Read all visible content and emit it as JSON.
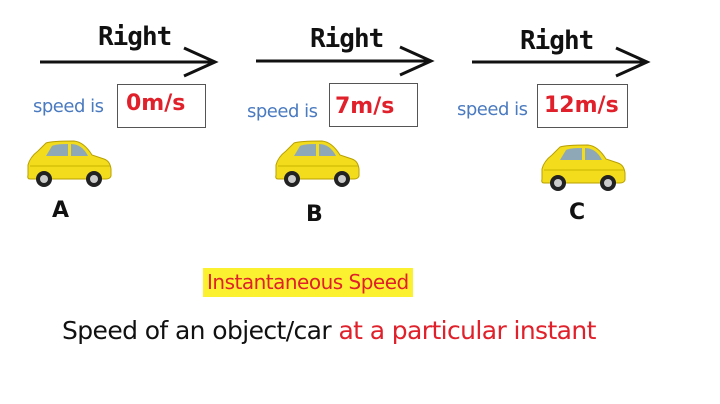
{
  "panels": [
    {
      "id": "A",
      "direction_label": "Right",
      "speed_prefix": "speed is",
      "speed_value": "0m/s",
      "car_label": "A"
    },
    {
      "id": "B",
      "direction_label": "Right",
      "speed_prefix": "speed is",
      "speed_value": "7m/s",
      "car_label": "B"
    },
    {
      "id": "C",
      "direction_label": "Right",
      "speed_prefix": "speed is",
      "speed_value": "12m/s",
      "car_label": "C"
    }
  ],
  "title": "Instantaneous Speed",
  "definition": {
    "part1": "Speed of an object/car ",
    "part2": "at a particular instant"
  },
  "colors": {
    "highlight": "#fbf130",
    "accent_red": "#e0202a",
    "speed_blue": "#4a7ac0",
    "car_yellow": "#f2dc1c"
  },
  "icons": [
    "right-arrow-icon",
    "car-icon"
  ]
}
